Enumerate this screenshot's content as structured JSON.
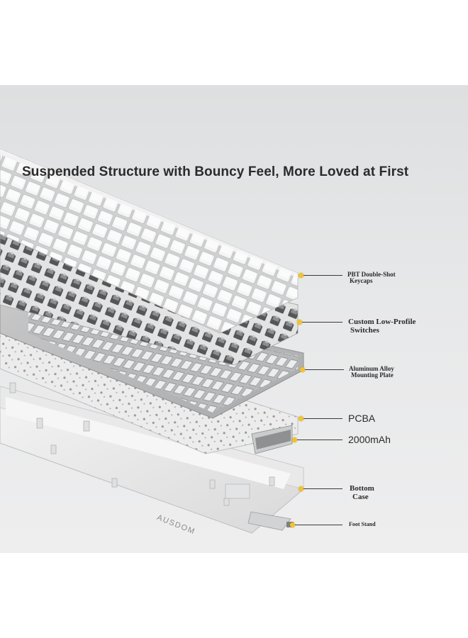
{
  "headline": "Suspended Structure with Bouncy Feel, More Loved at First",
  "brand": "AUSDOM",
  "callouts": [
    {
      "id": "keycaps",
      "line1": "PBT Double-Shot",
      "line2": "Keycaps"
    },
    {
      "id": "switches",
      "line1": "Custom Low-Profile",
      "line2": "Switches"
    },
    {
      "id": "plate",
      "line1": "Aluminum Alloy",
      "line2": "Mounting Plate"
    },
    {
      "id": "pcba",
      "line1": "PCBA",
      "line2": ""
    },
    {
      "id": "battery",
      "line1": "2000mAh",
      "line2": ""
    },
    {
      "id": "case",
      "line1": "Bottom",
      "line2": "Case"
    },
    {
      "id": "stand",
      "line1": "Foot Stand",
      "line2": ""
    }
  ],
  "colors": {
    "accent_dot": "#f2c230",
    "background": "#e4e5e6",
    "text": "#2a2a2a"
  }
}
